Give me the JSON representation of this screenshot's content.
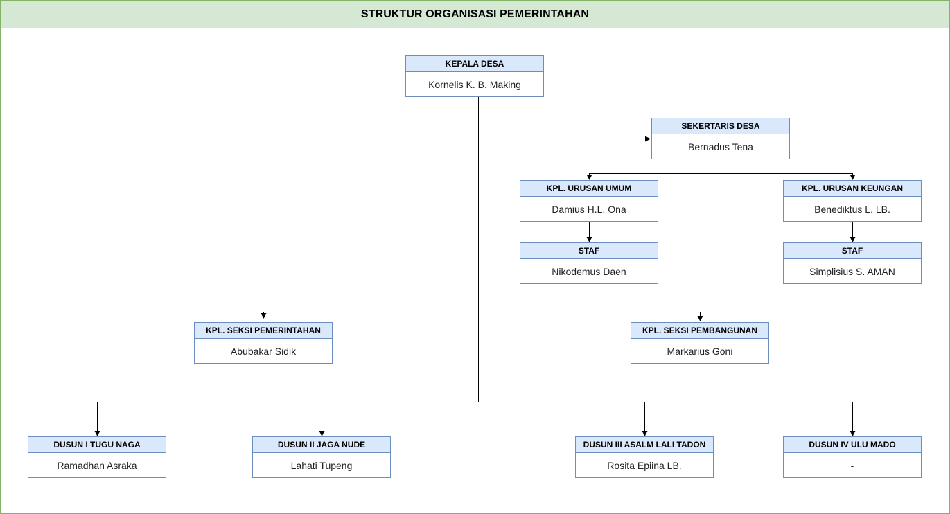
{
  "title": "STRUKTUR ORGANISASI PEMERINTAHAN",
  "colors": {
    "header_fill": "#dae8fc",
    "header_border": "#6c8ebf",
    "title_fill": "#d5e8d4",
    "title_border": "#82b366"
  },
  "nodes": {
    "kepala_desa": {
      "role": "KEPALA DESA",
      "name": "Kornelis K. B. Making"
    },
    "sekretaris": {
      "role": "SEKERTARIS DESA",
      "name": "Bernadus Tena"
    },
    "urusan_umum": {
      "role": "KPL. URUSAN UMUM",
      "name": "Damius H.L. Ona"
    },
    "urusan_keuangan": {
      "role": "KPL. URUSAN KEUNGAN",
      "name": "Benediktus L. LB."
    },
    "staf_umum": {
      "role": "STAF",
      "name": "Nikodemus Daen"
    },
    "staf_keuangan": {
      "role": "STAF",
      "name": "Simplisius S. AMAN"
    },
    "seksi_pemerintahan": {
      "role": "KPL. SEKSI PEMERINTAHAN",
      "name": "Abubakar Sidik"
    },
    "seksi_pembangunan": {
      "role": "KPL. SEKSI PEMBANGUNAN",
      "name": "Markarius Goni"
    },
    "dusun_1": {
      "role": "DUSUN I TUGU NAGA",
      "name": "Ramadhan Asraka"
    },
    "dusun_2": {
      "role": "DUSUN II JAGA NUDE",
      "name": "Lahati Tupeng"
    },
    "dusun_3": {
      "role": "DUSUN III ASALM LALI TADON",
      "name": "Rosita Epiina LB."
    },
    "dusun_4": {
      "role": "DUSUN IV ULU MADO",
      "name": "-"
    }
  }
}
